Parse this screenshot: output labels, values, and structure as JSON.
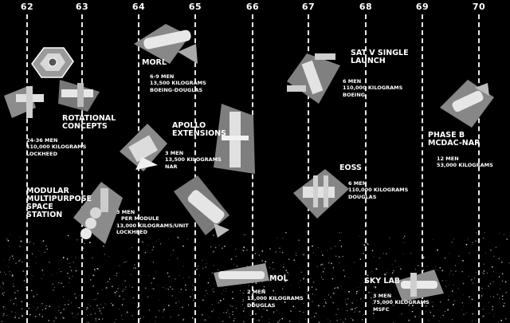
{
  "timeline": {
    "years": [
      "62",
      "63",
      "64",
      "65",
      "66",
      "67",
      "68",
      "69",
      "70"
    ],
    "line_color": "#e8e8e8"
  },
  "concepts": {
    "rotational": {
      "title": "ROTATIONAL CONCEPTS",
      "crew": "24-36 MEN",
      "mass": "110,000 KILOGRAMS",
      "builder": "LOCKHEED"
    },
    "modular": {
      "title": "MODULAR MULTIPURPOSE SPACE STATION",
      "crew": "3 MEN",
      "per": "PER MODULE",
      "mass": "13,000 KILOGRAMS/UNIT",
      "builder": "LOCKHEED"
    },
    "morl": {
      "title": "MORL",
      "crew": "6-9 MEN",
      "mass": "13,500 KILOGRAMS",
      "builder": "BOEING-DOUGLAS"
    },
    "apollo": {
      "title": "APOLLO EXTENSIONS",
      "crew": "3 MEN",
      "mass": "13,500 KILOGRAMS",
      "builder": "NAR"
    },
    "mol": {
      "title": "MOL",
      "crew": "2 MEN",
      "mass": "13,000 KILOGRAMS",
      "builder": "DOUGLAS"
    },
    "satv": {
      "title": "SAT V SINGLE LAUNCH",
      "crew": "6 MEN",
      "mass": "110,000 KILOGRAMS",
      "builder": "BOEING"
    },
    "eoss": {
      "title": "EOSS",
      "crew": "6 MEN",
      "mass": "110,000 KILOGRAMS",
      "builder": "DOUGLAS"
    },
    "skylab": {
      "title": "SKY LAB",
      "crew": "3 MEN",
      "mass": "75,000 KILOGRAMS",
      "builder": "MSFC"
    },
    "phaseb": {
      "title": "PHASE B McDAC-NAR",
      "crew": "12 MEN",
      "mass": "53,000 KILOGRAMS"
    }
  }
}
